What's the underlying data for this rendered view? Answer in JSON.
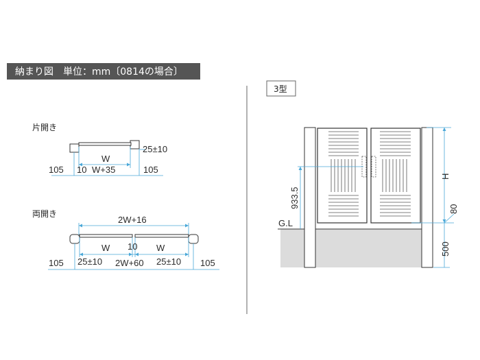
{
  "header": {
    "title": "納まり図　単位：mm〔0814の場合〕",
    "bg_color": "#555555"
  },
  "colors": {
    "dimension_line": "#4aa8d8",
    "drawing_line": "#333333",
    "ground_fill": "#dcdcdc"
  },
  "single_swing": {
    "label": "片開き",
    "W": "W",
    "tol": "25±10",
    "left": "105",
    "gap": "10",
    "total": "W+35",
    "right": "105"
  },
  "double_swing": {
    "label": "両開き",
    "top": "2W+16",
    "W_left": "W",
    "center_gap": "10",
    "W_right": "W",
    "left": "105",
    "tol_left": "25±10",
    "total": "2W+60",
    "tol_right": "25±10",
    "right": "105"
  },
  "elevation": {
    "type_label": "3型",
    "H": "H",
    "handle_height": "933.5",
    "gl": "G.L",
    "clearance": "80",
    "embed": "500"
  }
}
